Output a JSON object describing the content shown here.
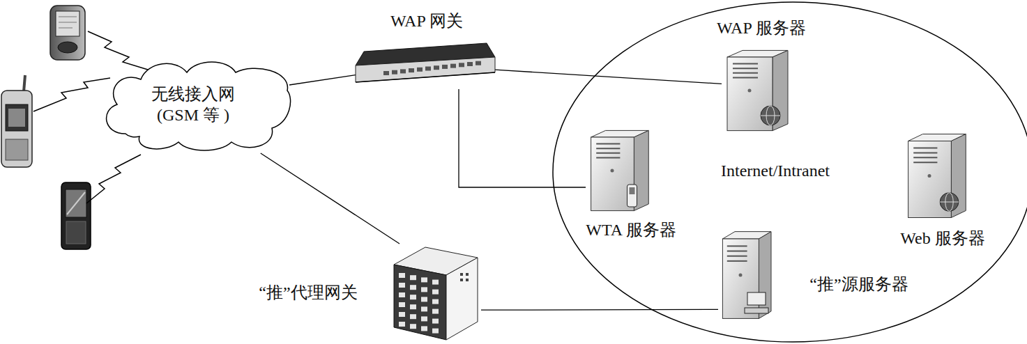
{
  "diagram": {
    "nodes": [
      {
        "text": [
          "无线接入网 (GSM 等 )"
        ]
      },
      {
        "text": [
          "WAP 网关"
        ]
      },
      {
        "text": [
          "Internet/Intranet"
        ]
      },
      {
        "text": [
          "WAP 服务器"
        ],
        "in": 2
      },
      {
        "text": [
          "WTA 服务器"
        ],
        "in": 2
      },
      {
        "text": [
          "Web 服务器"
        ],
        "in": 2
      },
      {
        "text": [
          "“推”源服务器"
        ],
        "in": 2
      },
      {
        "text": [
          "“推”代理网关"
        ]
      }
    ],
    "edges": [
      {
        "from": 0,
        "to": 1,
        "arrow": "none"
      },
      {
        "from": 1,
        "to": 3,
        "arrow": "none"
      },
      {
        "from": 1,
        "to": 4,
        "arrow": "none"
      },
      {
        "from": 0,
        "to": 7,
        "arrow": "none"
      },
      {
        "from": 7,
        "to": 6,
        "arrow": "none"
      }
    ]
  }
}
